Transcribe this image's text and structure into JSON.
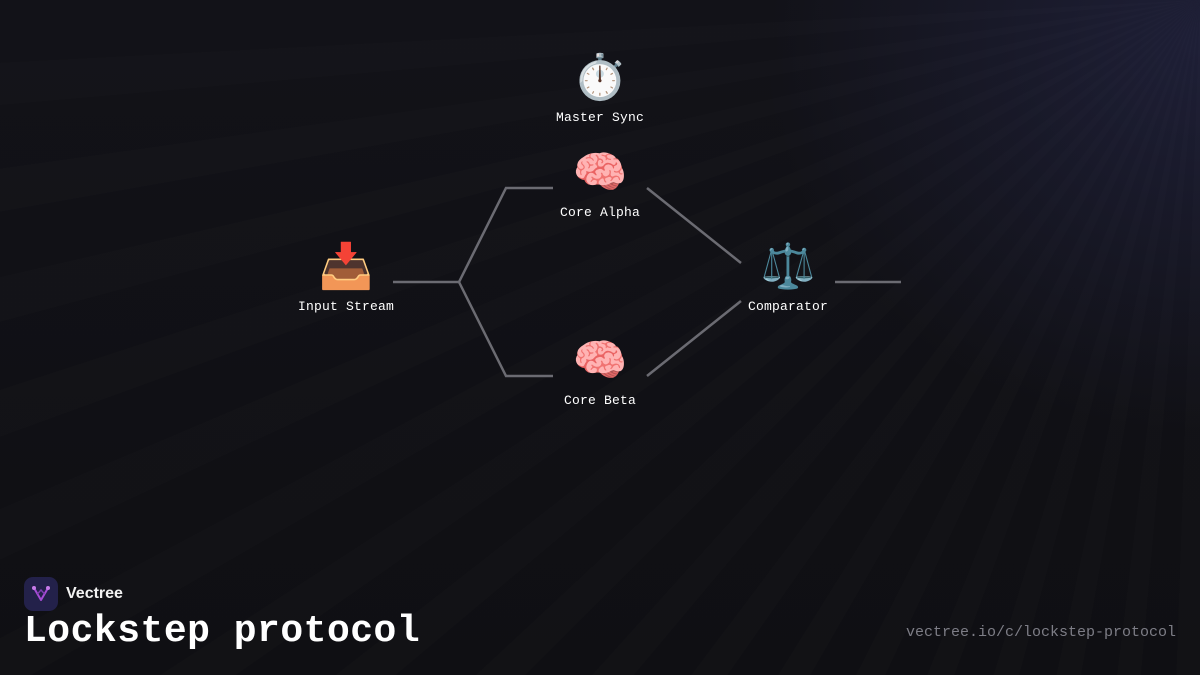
{
  "diagram": {
    "nodes": [
      {
        "id": "master",
        "icon": "stopwatch",
        "glyph": "⏱️",
        "label": "Master Sync"
      },
      {
        "id": "alpha",
        "icon": "brain",
        "glyph": "🧠",
        "label": "Core Alpha"
      },
      {
        "id": "input",
        "icon": "inbox-tray",
        "glyph": "📥",
        "label": "Input Stream"
      },
      {
        "id": "beta",
        "icon": "brain",
        "glyph": "🧠",
        "label": "Core Beta"
      },
      {
        "id": "comparator",
        "icon": "balance-scale",
        "glyph": "⚖️",
        "label": "Comparator"
      }
    ],
    "edges": [
      {
        "from": "input",
        "to": "alpha"
      },
      {
        "from": "input",
        "to": "beta"
      },
      {
        "from": "alpha",
        "to": "comparator"
      },
      {
        "from": "beta",
        "to": "comparator"
      },
      {
        "from": "comparator",
        "to": "output"
      }
    ]
  },
  "brand": {
    "name": "Vectree",
    "logo_icon": "vectree-logo-icon",
    "logo_color": "#23214a",
    "logo_accent": "#a64bd6"
  },
  "title": "Lockstep protocol",
  "url": "vectree.io/c/lockstep-protocol",
  "colors": {
    "background": "#111116",
    "connector": "#6b6b72",
    "text": "#ffffff",
    "muted": "#7d7d86"
  }
}
